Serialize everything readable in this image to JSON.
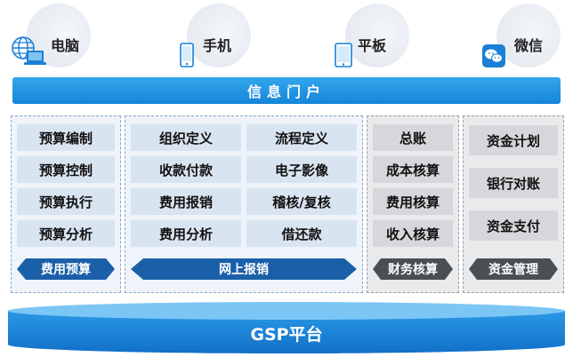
{
  "devices": [
    {
      "label": "电脑",
      "icon": "computer-globe-icon"
    },
    {
      "label": "手机",
      "icon": "phone-icon"
    },
    {
      "label": "平板",
      "icon": "tablet-icon"
    },
    {
      "label": "微信",
      "icon": "wechat-icon"
    }
  ],
  "portal": {
    "label": "信息门户"
  },
  "modules": {
    "budget": {
      "items": [
        "预算编制",
        "预算控制",
        "预算执行",
        "预算分析"
      ],
      "banner": "费用预算"
    },
    "online": {
      "items_left": [
        "组织定义",
        "收款付款",
        "费用报销",
        "费用分析"
      ],
      "items_right": [
        "流程定义",
        "电子影像",
        "稽核/复核",
        "借还款"
      ],
      "banner": "网上报销"
    },
    "finance": {
      "items": [
        "总账",
        "成本核算",
        "费用核算",
        "收入核算"
      ],
      "banner": "财务核算"
    },
    "fund": {
      "items": [
        "资金计划",
        "银行对账",
        "资金支付"
      ],
      "banner": "资金管理"
    }
  },
  "platform": {
    "label": "GSP平台"
  },
  "colors": {
    "primary_blue": "#1a8ae0",
    "dark_blue": "#1b5fa8",
    "cell_blue": "#d9e4f1",
    "dark_gray": "#4a4f55",
    "cell_gray": "#d5d7da"
  }
}
